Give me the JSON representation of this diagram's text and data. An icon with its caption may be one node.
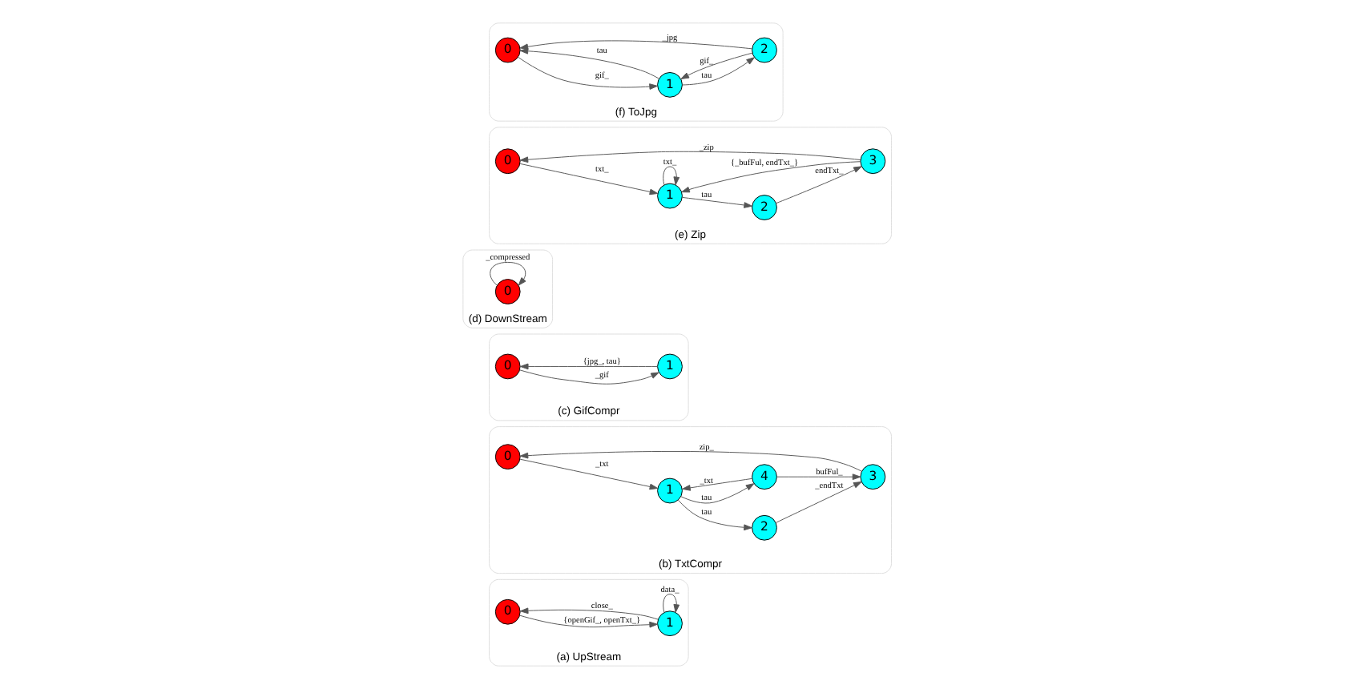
{
  "diagram": {
    "nodes": [
      {
        "text": [
          "(a) UpStream"
        ]
      },
      {
        "text": [
          "0"
        ],
        "in": 0
      },
      {
        "text": [
          "1"
        ],
        "in": 0
      },
      {
        "text": [
          "(b) TxtCompr"
        ]
      },
      {
        "text": [
          "0"
        ],
        "in": 3
      },
      {
        "text": [
          "1"
        ],
        "in": 3
      },
      {
        "text": [
          "2"
        ],
        "in": 3
      },
      {
        "text": [
          "3"
        ],
        "in": 3
      },
      {
        "text": [
          "4"
        ],
        "in": 3
      },
      {
        "text": [
          "(c) GifCompr"
        ]
      },
      {
        "text": [
          "0"
        ],
        "in": 9
      },
      {
        "text": [
          "1"
        ],
        "in": 9
      },
      {
        "text": [
          "(d) DownStream"
        ]
      },
      {
        "text": [
          "0"
        ],
        "in": 12
      },
      {
        "text": [
          "(e) Zip"
        ]
      },
      {
        "text": [
          "0"
        ],
        "in": 14
      },
      {
        "text": [
          "1"
        ],
        "in": 14
      },
      {
        "text": [
          "2"
        ],
        "in": 14
      },
      {
        "text": [
          "3"
        ],
        "in": 14
      },
      {
        "text": [
          "(f) ToJpg"
        ]
      },
      {
        "text": [
          "0"
        ],
        "in": 19
      },
      {
        "text": [
          "1"
        ],
        "in": 19
      },
      {
        "text": [
          "2"
        ],
        "in": 19
      }
    ],
    "edges": [
      {
        "from": 1,
        "to": 2,
        "arrow": "to",
        "label": "{openGif_, openTxt_}"
      },
      {
        "from": 2,
        "to": 1,
        "arrow": "to",
        "label": "close_"
      },
      {
        "from": 2,
        "to": 2,
        "arrow": "to",
        "label": "data_"
      },
      {
        "from": 4,
        "to": 5,
        "arrow": "to",
        "label": "_txt"
      },
      {
        "from": 5,
        "to": 6,
        "arrow": "to",
        "label": "tau"
      },
      {
        "from": 6,
        "to": 7,
        "arrow": "to",
        "label": "_endTxt"
      },
      {
        "from": 5,
        "to": 8,
        "arrow": "to",
        "label": "tau"
      },
      {
        "from": 8,
        "to": 7,
        "arrow": "to",
        "label": "bufFul_"
      },
      {
        "from": 8,
        "to": 5,
        "arrow": "to",
        "label": "_txt"
      },
      {
        "from": 7,
        "to": 4,
        "arrow": "to",
        "label": "zip_"
      },
      {
        "from": 10,
        "to": 11,
        "arrow": "to",
        "label": "_gif"
      },
      {
        "from": 11,
        "to": 10,
        "arrow": "to",
        "label": "{jpg_, tau}"
      },
      {
        "from": 13,
        "to": 13,
        "arrow": "to",
        "label": "_compressed"
      },
      {
        "from": 15,
        "to": 16,
        "arrow": "to",
        "label": "txt_"
      },
      {
        "from": 16,
        "to": 16,
        "arrow": "to",
        "label": "txt_"
      },
      {
        "from": 16,
        "to": 17,
        "arrow": "to",
        "label": "tau"
      },
      {
        "from": 17,
        "to": 18,
        "arrow": "to",
        "label": "endTxt_"
      },
      {
        "from": 18,
        "to": 16,
        "arrow": "to",
        "label": "{_bufFul, endTxt_}"
      },
      {
        "from": 18,
        "to": 15,
        "arrow": "to",
        "label": "_zip"
      },
      {
        "from": 20,
        "to": 21,
        "arrow": "to",
        "label": "gif_"
      },
      {
        "from": 21,
        "to": 22,
        "arrow": "to",
        "label": "tau"
      },
      {
        "from": 22,
        "to": 21,
        "arrow": "to",
        "label": "gif_"
      },
      {
        "from": 21,
        "to": 20,
        "arrow": "to",
        "label": "tau"
      },
      {
        "from": 22,
        "to": 20,
        "arrow": "to",
        "label": "_jpg"
      }
    ]
  }
}
